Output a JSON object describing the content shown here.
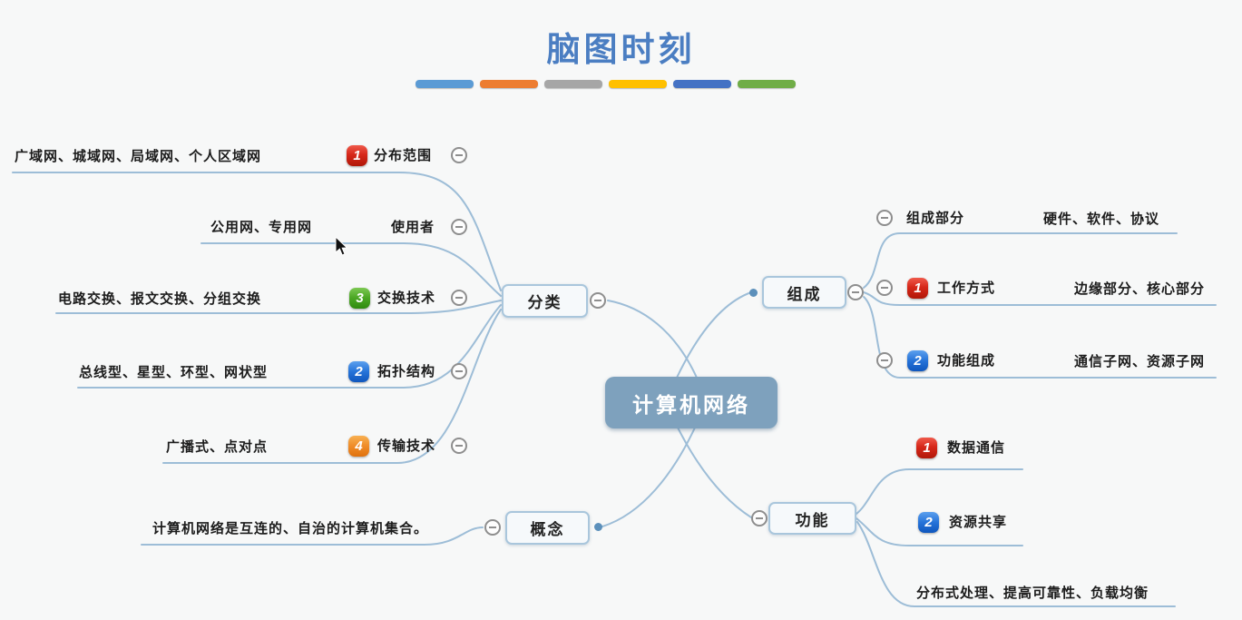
{
  "title": "脑图时刻",
  "theme": {
    "title_color": "#4b7ec2",
    "line_color": "#9dbdd7",
    "center_fill": "#7ea1bd",
    "badge_red": "#d6281a",
    "badge_green": "#4aa623",
    "badge_blue": "#2673d8",
    "badge_orange": "#ef8c28"
  },
  "decor_bars": [
    "#5b9bd5",
    "#ed7d31",
    "#a6a6a6",
    "#ffc000",
    "#4472c4",
    "#70ad47"
  ],
  "center": {
    "label": "计算机网络"
  },
  "branches": {
    "fenlei": {
      "label": "分类",
      "children": [
        {
          "badge": "1",
          "label": "分布范围",
          "leaf": "广域网、城域网、局域网、个人区域网"
        },
        {
          "badge": "",
          "label": "使用者",
          "leaf": "公用网、专用网"
        },
        {
          "badge": "3",
          "label": "交换技术",
          "leaf": "电路交换、报文交换、分组交换"
        },
        {
          "badge": "2",
          "label": "拓扑结构",
          "leaf": "总线型、星型、环型、网状型"
        },
        {
          "badge": "4",
          "label": "传输技术",
          "leaf": "广播式、点对点"
        }
      ]
    },
    "gainian": {
      "label": "概念",
      "leaf": "计算机网络是互连的、自治的计算机集合。"
    },
    "zucheng": {
      "label": "组成",
      "children": [
        {
          "badge": "",
          "label": "组成部分",
          "leaf": "硬件、软件、协议"
        },
        {
          "badge": "1",
          "label": "工作方式",
          "leaf": "边缘部分、核心部分"
        },
        {
          "badge": "2",
          "label": "功能组成",
          "leaf": "通信子网、资源子网"
        }
      ]
    },
    "gongneng": {
      "label": "功能",
      "children": [
        {
          "badge": "1",
          "label": "数据通信"
        },
        {
          "badge": "2",
          "label": "资源共享"
        },
        {
          "badge": "",
          "label": "分布式处理、提高可靠性、负载均衡"
        }
      ]
    }
  }
}
